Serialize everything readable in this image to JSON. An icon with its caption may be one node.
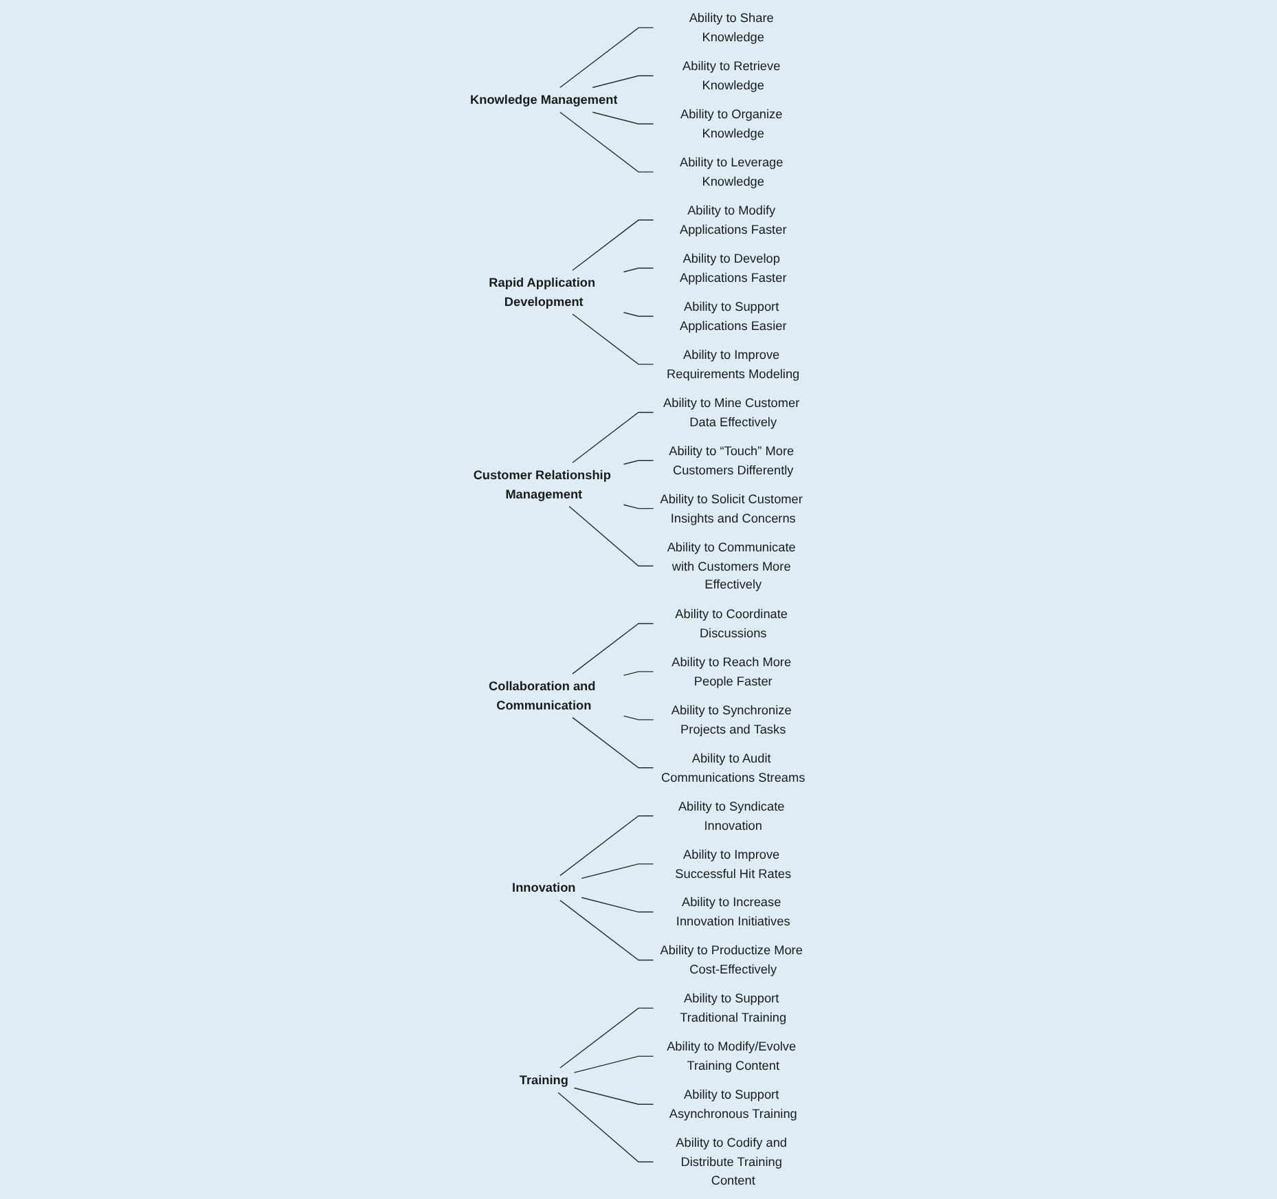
{
  "diagram": {
    "nodes": [
      {
        "text": [
          "Knowledge Management"
        ]
      },
      {
        "text": [
          "Ability to Share Knowledge"
        ]
      },
      {
        "text": [
          "Ability to Retrieve Knowledge"
        ]
      },
      {
        "text": [
          "Ability to Organize Knowledge"
        ]
      },
      {
        "text": [
          "Ability to Leverage Knowledge"
        ]
      },
      {
        "text": [
          "Rapid Application Development"
        ]
      },
      {
        "text": [
          "Ability to Modify Applications Faster"
        ]
      },
      {
        "text": [
          "Ability to Develop Applications Faster"
        ]
      },
      {
        "text": [
          "Ability to Support Applications Easier"
        ]
      },
      {
        "text": [
          "Ability to Improve Requirements Modeling"
        ]
      },
      {
        "text": [
          "Customer Relationship Management"
        ]
      },
      {
        "text": [
          "Ability to Mine Customer Data Effectively"
        ]
      },
      {
        "text": [
          "Ability to “Touch” More Customers Differently"
        ]
      },
      {
        "text": [
          "Ability to Solicit Customer Insights and Concerns"
        ]
      },
      {
        "text": [
          "Ability to Communicate with Customers More Effectively"
        ]
      },
      {
        "text": [
          "Collaboration and Communication"
        ]
      },
      {
        "text": [
          "Ability to Coordinate Discussions"
        ]
      },
      {
        "text": [
          "Ability to Reach More People Faster"
        ]
      },
      {
        "text": [
          "Ability to Synchronize Projects and Tasks"
        ]
      },
      {
        "text": [
          "Ability to Audit Communications Streams"
        ]
      },
      {
        "text": [
          "Innovation"
        ]
      },
      {
        "text": [
          "Ability to Syndicate Innovation"
        ]
      },
      {
        "text": [
          "Ability to Improve Successful Hit Rates"
        ]
      },
      {
        "text": [
          "Ability to Increase Innovation Initiatives"
        ]
      },
      {
        "text": [
          "Ability to Productize More Cost-Effectively"
        ]
      },
      {
        "text": [
          "Training"
        ]
      },
      {
        "text": [
          "Ability to Support Traditional Training"
        ]
      },
      {
        "text": [
          "Ability to Modify/Evolve Training Content"
        ]
      },
      {
        "text": [
          "Ability to Support Asynchronous Training"
        ]
      },
      {
        "text": [
          "Ability to Codify and Distribute Training Content"
        ]
      }
    ],
    "edges": [
      {
        "from": 0,
        "to": 1,
        "arrow": "none"
      },
      {
        "from": 0,
        "to": 2,
        "arrow": "none"
      },
      {
        "from": 0,
        "to": 3,
        "arrow": "none"
      },
      {
        "from": 0,
        "to": 4,
        "arrow": "none"
      },
      {
        "from": 5,
        "to": 6,
        "arrow": "none"
      },
      {
        "from": 5,
        "to": 7,
        "arrow": "none"
      },
      {
        "from": 5,
        "to": 8,
        "arrow": "none"
      },
      {
        "from": 5,
        "to": 9,
        "arrow": "none"
      },
      {
        "from": 10,
        "to": 11,
        "arrow": "none"
      },
      {
        "from": 10,
        "to": 12,
        "arrow": "none"
      },
      {
        "from": 10,
        "to": 13,
        "arrow": "none"
      },
      {
        "from": 10,
        "to": 14,
        "arrow": "none"
      },
      {
        "from": 15,
        "to": 16,
        "arrow": "none"
      },
      {
        "from": 15,
        "to": 17,
        "arrow": "none"
      },
      {
        "from": 15,
        "to": 18,
        "arrow": "none"
      },
      {
        "from": 15,
        "to": 19,
        "arrow": "none"
      },
      {
        "from": 20,
        "to": 21,
        "arrow": "none"
      },
      {
        "from": 20,
        "to": 22,
        "arrow": "none"
      },
      {
        "from": 20,
        "to": 23,
        "arrow": "none"
      },
      {
        "from": 20,
        "to": 24,
        "arrow": "none"
      },
      {
        "from": 25,
        "to": 26,
        "arrow": "none"
      },
      {
        "from": 25,
        "to": 27,
        "arrow": "none"
      },
      {
        "from": 25,
        "to": 28,
        "arrow": "none"
      },
      {
        "from": 25,
        "to": 29,
        "arrow": "none"
      }
    ]
  }
}
